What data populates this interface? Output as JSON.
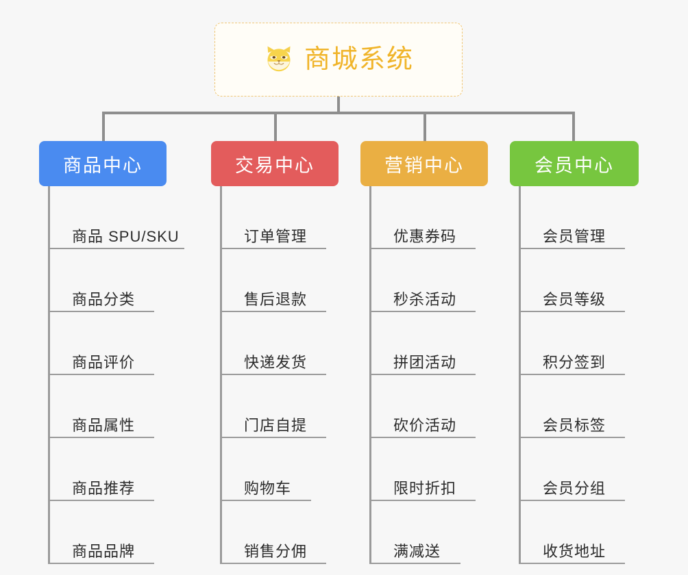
{
  "root": {
    "title": "商城系统",
    "icon": "shiba-dog-face-icon",
    "border_color": "#f0c674",
    "text_color": "#f0b429",
    "background": "#fffdf7"
  },
  "canvas": {
    "background": "#f7f7f7",
    "connector_color": "#8e8e8e"
  },
  "columns": [
    {
      "id": "product-center",
      "label": "商品中心",
      "color": "#4a8bf0",
      "items": [
        {
          "label": "商品 SPU/SKU",
          "rule_width": 196
        },
        {
          "label": "商品分类",
          "rule_width": 152
        },
        {
          "label": "商品评价",
          "rule_width": 152
        },
        {
          "label": "商品属性",
          "rule_width": 152
        },
        {
          "label": "商品推荐",
          "rule_width": 152
        },
        {
          "label": "商品品牌",
          "rule_width": 152
        }
      ]
    },
    {
      "id": "trade-center",
      "label": "交易中心",
      "color": "#e35c5c",
      "items": [
        {
          "label": "订单管理",
          "rule_width": 152
        },
        {
          "label": "售后退款",
          "rule_width": 152
        },
        {
          "label": "快递发货",
          "rule_width": 152
        },
        {
          "label": "门店自提",
          "rule_width": 152
        },
        {
          "label": "购物车",
          "rule_width": 130
        },
        {
          "label": "销售分佣",
          "rule_width": 152
        }
      ]
    },
    {
      "id": "marketing-center",
      "label": "营销中心",
      "color": "#eaaf43",
      "items": [
        {
          "label": "优惠券码",
          "rule_width": 152
        },
        {
          "label": "秒杀活动",
          "rule_width": 152
        },
        {
          "label": "拼团活动",
          "rule_width": 152
        },
        {
          "label": "砍价活动",
          "rule_width": 152
        },
        {
          "label": "限时折扣",
          "rule_width": 152
        },
        {
          "label": "满减送",
          "rule_width": 130
        }
      ]
    },
    {
      "id": "member-center",
      "label": "会员中心",
      "color": "#77c63f",
      "items": [
        {
          "label": "会员管理",
          "rule_width": 152
        },
        {
          "label": "会员等级",
          "rule_width": 152
        },
        {
          "label": "积分签到",
          "rule_width": 152
        },
        {
          "label": "会员标签",
          "rule_width": 152
        },
        {
          "label": "会员分组",
          "rule_width": 152
        },
        {
          "label": "收货地址",
          "rule_width": 152
        }
      ]
    }
  ]
}
